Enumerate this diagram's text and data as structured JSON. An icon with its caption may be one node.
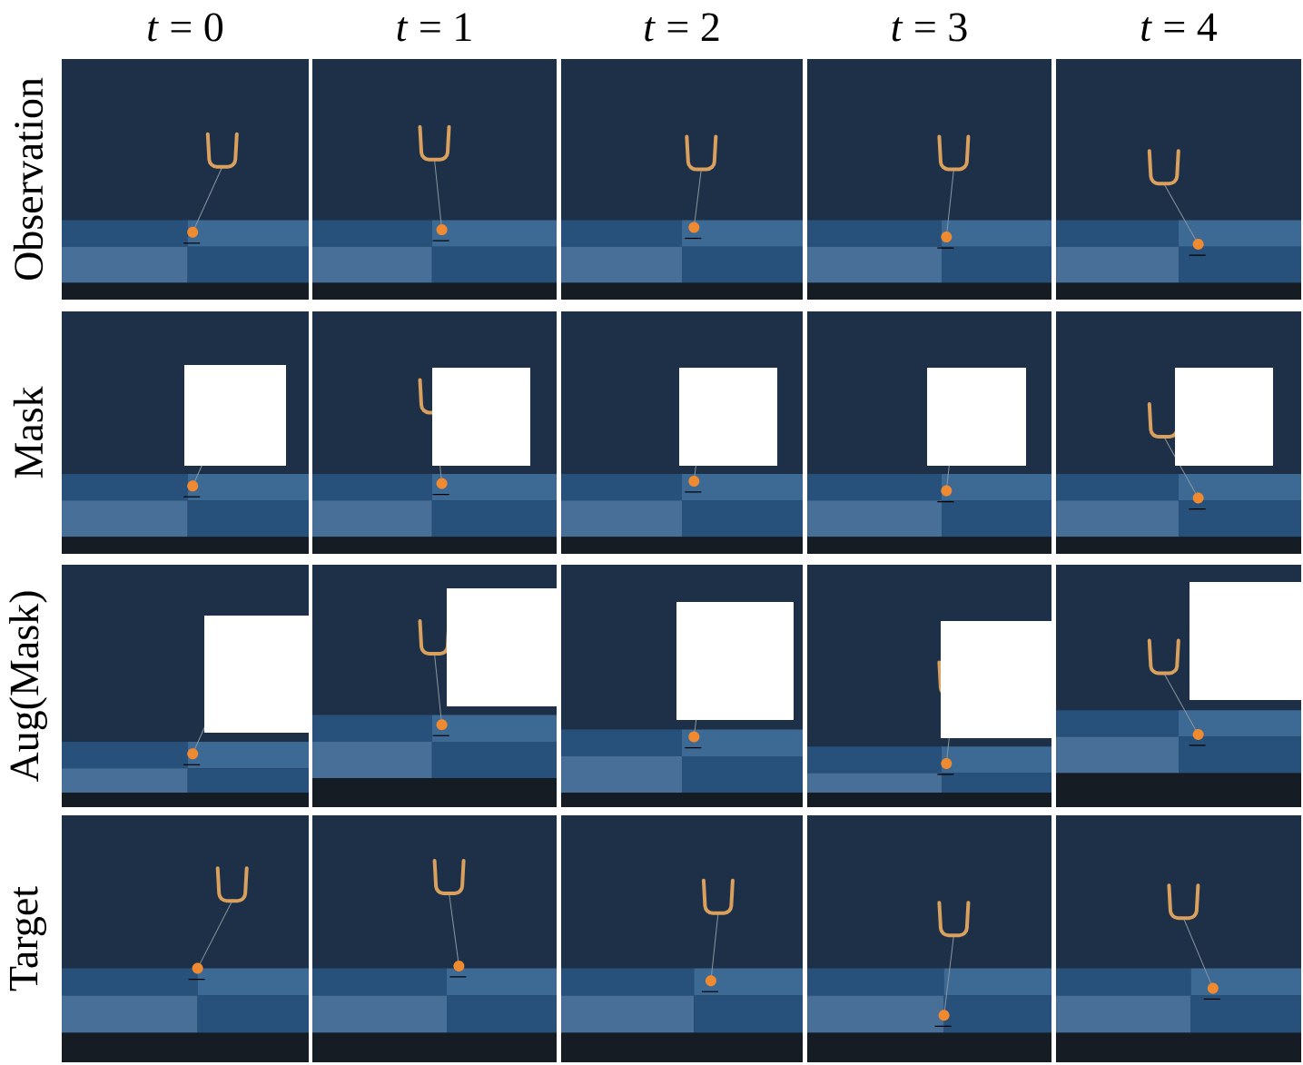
{
  "diagram": {
    "labels": [
      "*t* = 0",
      "*t* = 1",
      "*t* = 2",
      "*t* = 3",
      "*t* = 4",
      "Observation",
      "Mask",
      "Aug(Mask)",
      "Target"
    ]
  }
}
